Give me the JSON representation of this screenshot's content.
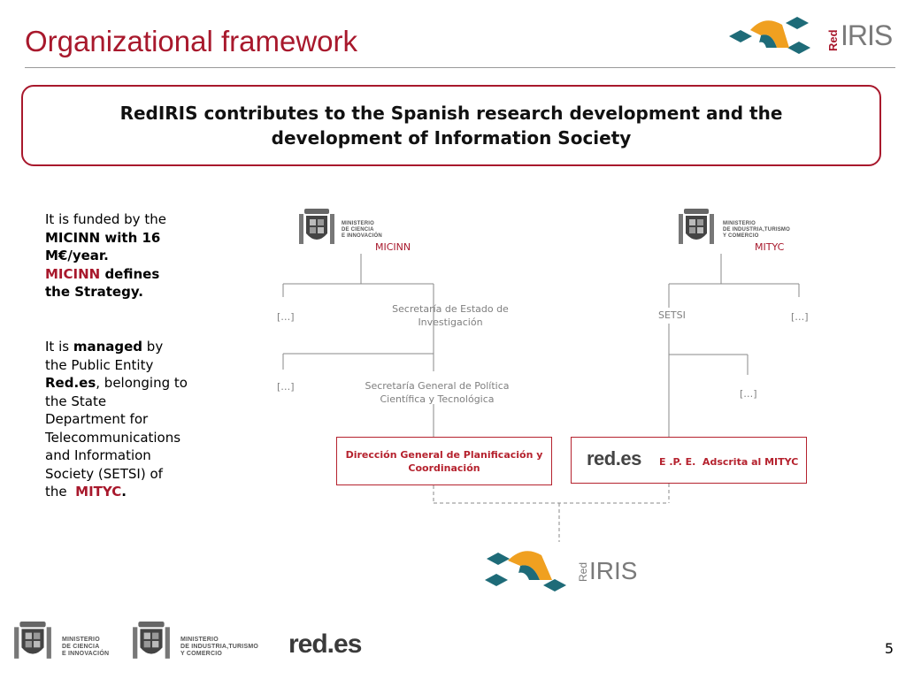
{
  "slide": {
    "title": "Organizational framework",
    "page_number": "5"
  },
  "banner": {
    "text": "RedIRIS contributes to the Spanish research development and the development of Information Society"
  },
  "left_text": {
    "p1_a": "It is funded by the",
    "p1_b": "MICINN with 16",
    "p1_c": "M€/year.",
    "p1_d": "MICINN",
    "p1_e": " defines",
    "p1_f": "the Strategy.",
    "p2_a": "It is ",
    "p2_b": "managed",
    "p2_c": " by",
    "p2_d": "the Public Entity",
    "p2_e": "Red.es",
    "p2_f": ", belonging to",
    "p2_g": "the State",
    "p2_h": "Department for",
    "p2_i": "Telecommunications",
    "p2_j": "and Information",
    "p2_k": "Society (SETSI) of",
    "p2_l": "the  ",
    "p2_m": "MITYC",
    "p2_n": "."
  },
  "org_chart": {
    "micinn_logo": "MINISTERIO\nDE CIENCIA\nE INNOVACIÓN",
    "micinn_label": "MICINN",
    "mityc_logo": "MINISTERIO\nDE INDUSTRIA,TURISMO\nY COMERCIO",
    "mityc_label": "MITYC",
    "micinn_other_1": "[…]",
    "sec_estado": "Secretaría de Estado de Investigación",
    "micinn_other_2": "[…]",
    "sec_general": "Secretaría General de Política Científica y Tecnológica",
    "direccion": "Dirección General de Planificación y Coordinación",
    "setsi": "SETSI",
    "mityc_other_1": "[…]",
    "mityc_other_2": "[…]",
    "redes_logo": "red.es",
    "redes_desc": "E .P. E.  Adscrita al MITYC",
    "rediris_red": "Red",
    "rediris_iris": "IRIS"
  },
  "header_logo": {
    "red": "Red",
    "iris": "IRIS"
  },
  "footer_logos": {
    "micinn": "MINISTERIO\nDE CIENCIA\nE INNOVACIÓN",
    "mityc": "MINISTERIO\nDE INDUSTRIA,TURISMO\nY COMERCIO",
    "redes": "red.es"
  },
  "colors": {
    "accent_red": "#a8182c",
    "rediris_teal": "#1e6b78",
    "rediris_orange": "#f0a020",
    "grey_text": "#7f7f7f"
  },
  "icons": [
    "coat-of-arms-icon",
    "rediris-emblem-icon"
  ]
}
